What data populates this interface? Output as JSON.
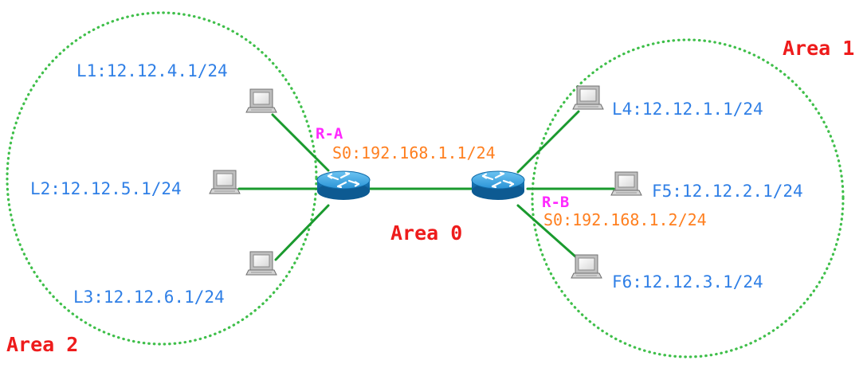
{
  "areas": {
    "area0": "Area 0",
    "area1": "Area 1",
    "area2": "Area 2"
  },
  "routers": {
    "ra": {
      "name": "R-A",
      "interface": "S0:192.168.1.1/24"
    },
    "rb": {
      "name": "R-B",
      "interface": "S0:192.168.1.2/24"
    }
  },
  "hosts": {
    "l1": "L1:12.12.4.1/24",
    "l2": "L2:12.12.5.1/24",
    "l3": "L3:12.12.6.1/24",
    "l4": "L4:12.12.1.1/24",
    "f5": "F5:12.12.2.1/24",
    "f6": "F6:12.12.3.1/24"
  },
  "colors": {
    "link": "#1a9a2e",
    "area_boundary": "#3fbf4a",
    "host_label": "#2f7fe6",
    "area_label": "#ee1c1c",
    "router_label": "#ff28ff",
    "interface_label": "#ff7f1f",
    "router_body": "#1f8fd1"
  },
  "icons": {
    "router": "router-icon",
    "host": "computer-icon"
  }
}
